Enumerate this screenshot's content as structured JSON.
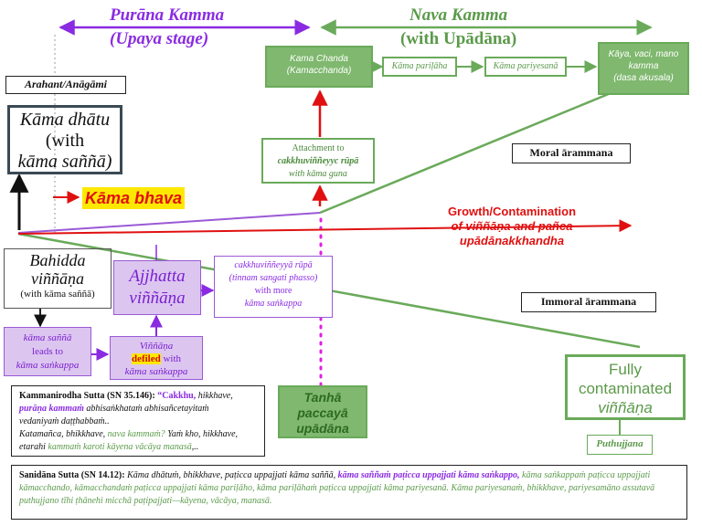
{
  "header": {
    "purana_title": "Purāna Kamma",
    "purana_sub": "(Upaya stage)",
    "nava_title": "Nava Kamma",
    "nava_sub": "(with Upādāna)"
  },
  "left": {
    "arahant": "Arahant/Anāgāmi",
    "kama_dhatu_1": "Kāma dhātu",
    "kama_dhatu_2": "(with",
    "kama_dhatu_3": "kāma saññā)",
    "kama_bhava": "Kāma bhava",
    "bahidda_1": "Bahidda",
    "bahidda_2": "viññāṇa",
    "bahidda_3": "(with kāma saññā)",
    "ajjhatta_1": "Ajjhatta",
    "ajjhatta_2": "viññāṇa",
    "cakkhu_1": "cakkhuviññeyyā rūpā",
    "cakkhu_2": "(tinnam sangati phasso)",
    "cakkhu_3": "with more",
    "cakkhu_4": "kāma saṅkappa",
    "sanna_1": "kāma saññā",
    "sanna_2": "leads to",
    "sanna_3": "kāma saṅkappa",
    "defiled_1": "Viññāṇa",
    "defiled_2": "defiled",
    "defiled_3": "with",
    "defiled_4": "kāma saṅkappa"
  },
  "top_row": {
    "chanda_1": "Kama Chanda",
    "chanda_2": "(Kamacchanda)",
    "parilaha": "Kāma pariḷāha",
    "pariyesana": "Kāma pariyesanā",
    "kaya_1": "Kāya, vaci, mano",
    "kaya_2": "kamma",
    "kaya_3": "(dasa akusala)"
  },
  "middle": {
    "attach_1": "Attachment to",
    "attach_2": "cakkhuviññeyyc rūpā",
    "attach_3": "with kāma guna",
    "moral": "Moral ārammana",
    "immoral": "Immoral ārammana",
    "growth_1": "Growth/Contamination",
    "growth_2": "of viññāṇa and pañca",
    "growth_3": "upādānakkhandha",
    "tanha_1": "Tanhā",
    "tanha_2": "paccayā",
    "tanha_3": "upādāna",
    "fully_1": "Fully",
    "fully_2": "contaminated",
    "fully_3": "viññāṇa",
    "puthujjana": "Puthujjana"
  },
  "refs": {
    "kamma_title": "Kammanirodha Sutta (SN 35.146):",
    "kamma_q1": "“Cakkhu,",
    "kamma_t1": " hikkhave,",
    "kamma_l1b": "purāṇa kammaṁ",
    "kamma_l1c": " abhisaṅkhataṁ abhisañcetayitaṁ",
    "kamma_l2": "vedaniyaṁ daṭṭhabbaṁ..",
    "kamma_l3a": "Katamañca, bhikkhave, ",
    "kamma_l3b": "nava kammaṁ?",
    "kamma_l3c": " Yaṁ kho, hikkhave,",
    "kamma_l4a": "etarahi ",
    "kamma_l4b": "kammaṁ karoti kāyena vācāya manasā",
    "kamma_l4c": ",..",
    "sani_title": "Sanidāna Sutta (SN 14.12):",
    "sani_a": " Kāma dhātuṁ, bhikkhave, paṭicca uppajjati kāma saññā, ",
    "sani_b": "kāma saññaṁ paṭicca uppajjati kāma saṅkappo,",
    "sani_c": " kāma",
    "sani_d": "saṅkappaṁ paṭicca uppajjati kāmacchando, kāmacchandaṁ paṭicca uppajjati kāma pariḷāho, kāma pariḷāhaṁ paṭicca uppajjati kāma pariyesanā.",
    "sani_e": "Kāma pariyesanaṁ, bhikkhave, pariyesamāno assutavā puthujjano tīhi ṭhānehi micchā paṭipajjati—kāyena, vācāya, manasā."
  },
  "colors": {
    "purple": "#8a2be2",
    "green": "#6aaa5a",
    "red": "#e01010",
    "highlight": "#ffe800"
  }
}
